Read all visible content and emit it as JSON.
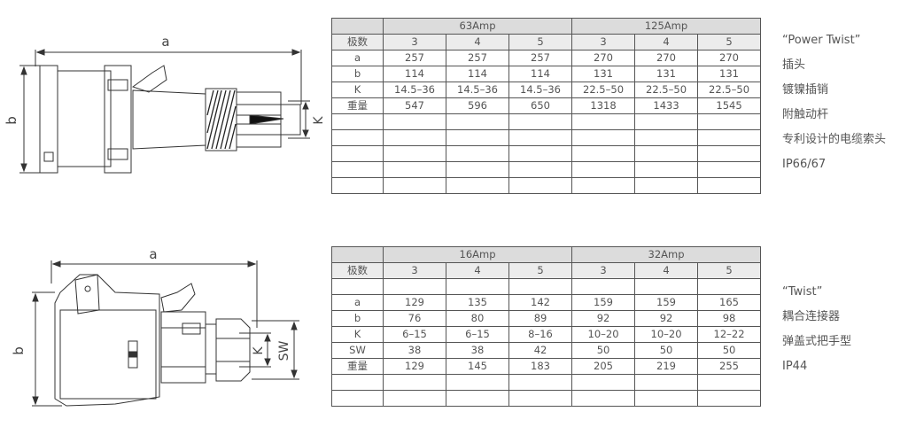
{
  "product1": {
    "drawing_labels": {
      "a": "a",
      "b": "b",
      "k": "K"
    },
    "table": {
      "row_label_header": "极数",
      "groups": [
        "63Amp",
        "125Amp"
      ],
      "poles": [
        "3",
        "4",
        "5",
        "3",
        "4",
        "5"
      ],
      "rows": [
        {
          "label": "a",
          "values": [
            "257",
            "257",
            "257",
            "270",
            "270",
            "270"
          ]
        },
        {
          "label": "b",
          "values": [
            "114",
            "114",
            "114",
            "131",
            "131",
            "131"
          ]
        },
        {
          "label": "K",
          "values": [
            "14.5–36",
            "14.5–36",
            "14.5–36",
            "22.5–50",
            "22.5–50",
            "22.5–50"
          ]
        },
        {
          "label": "重量",
          "values": [
            "547",
            "596",
            "650",
            "1318",
            "1433",
            "1545"
          ]
        }
      ]
    },
    "description": [
      "“Power Twist”",
      "插头",
      "镀镍插销",
      "附触动杆",
      "专利设计的电缆索头",
      "IP66/67"
    ]
  },
  "product2": {
    "drawing_labels": {
      "a": "a",
      "b": "b",
      "k": "K",
      "sw": "SW"
    },
    "table": {
      "row_label_header": "极数",
      "groups": [
        "16Amp",
        "32Amp"
      ],
      "poles": [
        "3",
        "4",
        "5",
        "3",
        "4",
        "5"
      ],
      "rows": [
        {
          "label": "a",
          "values": [
            "129",
            "135",
            "142",
            "159",
            "159",
            "165"
          ]
        },
        {
          "label": "b",
          "values": [
            "76",
            "80",
            "89",
            "92",
            "92",
            "98"
          ]
        },
        {
          "label": "K",
          "values": [
            "6–15",
            "6–15",
            "8–16",
            "10–20",
            "10–20",
            "12–22"
          ]
        },
        {
          "label": "SW",
          "values": [
            "38",
            "38",
            "42",
            "50",
            "50",
            "50"
          ]
        },
        {
          "label": "重量",
          "values": [
            "129",
            "145",
            "183",
            "205",
            "219",
            "255"
          ]
        }
      ]
    },
    "description": [
      "“Twist”",
      "耦合连接器",
      "弹盖式把手型",
      "IP44"
    ]
  }
}
